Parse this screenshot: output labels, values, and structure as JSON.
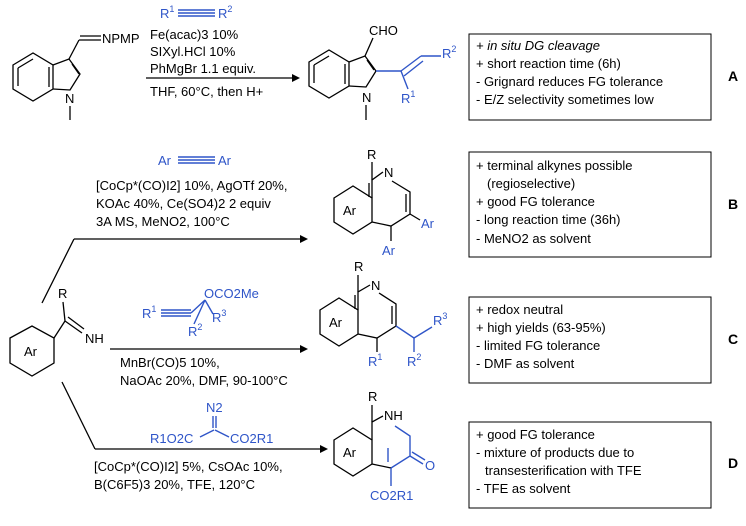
{
  "routes": [
    {
      "id": "A",
      "letter": "A",
      "substrate": {
        "imine_group": "NPMP"
      },
      "coupling_partner": {
        "sub1": "R",
        "sup1": "1",
        "sub2": "R",
        "sup2": "2"
      },
      "conditions": [
        "Fe(acac)3 10%",
        "SIXyl.HCl 10%",
        "PhMgBr 1.1 equiv.",
        "THF, 60°C, then H+"
      ],
      "product": {
        "aldehyde": "CHO",
        "r1": "R",
        "r1_sup": "1",
        "r2": "R",
        "r2_sup": "2",
        "n": "N"
      },
      "notes": [
        "+ in situ DG cleavage",
        "+ short reaction time (6h)",
        "- Grignard reduces FG tolerance",
        "- E/Z selectivity sometimes low"
      ]
    },
    {
      "id": "B",
      "letter": "B",
      "coupling_partner": {
        "left": "Ar",
        "right": "Ar"
      },
      "conditions": [
        "[CoCp*(CO)I2] 10%, AgOTf 20%,",
        "KOAc 40%, Ce(SO4)2 2 equiv",
        "3A MS, MeNO2, 100°C"
      ],
      "product": {
        "r": "R",
        "n": "N",
        "ring": "Ar",
        "ar3": "Ar",
        "ar4": "Ar"
      },
      "notes": [
        "+ terminal alkynes possible",
        "(regioselective)",
        "+ good FG tolerance",
        "- long reaction time (36h)",
        "- MeNO2 as solvent"
      ]
    },
    {
      "id": "C",
      "letter": "C",
      "coupling_partner": {
        "r1": "R",
        "r1_sup": "1",
        "ester": "OCO2Me",
        "r3": "R",
        "r3_sup": "3",
        "r2": "R",
        "r2_sup": "2"
      },
      "conditions": [
        "MnBr(CO)5 10%,",
        "NaOAc 20%, DMF, 90-100°C"
      ],
      "product": {
        "r": "R",
        "n": "N",
        "ring": "Ar",
        "r1": "R",
        "r1_sup": "1",
        "r2": "R",
        "r2_sup": "2",
        "r3": "R",
        "r3_sup": "3"
      },
      "notes": [
        "+ redox neutral",
        "+ high yields (63-95%)",
        "- limited FG tolerance",
        "- DMF as solvent"
      ]
    },
    {
      "id": "D",
      "letter": "D",
      "coupling_partner": {
        "n2": "N2",
        "left": "R1O2C",
        "right": "CO2R1"
      },
      "conditions": [
        "[CoCp*(CO)I2] 5%, CsOAc 10%,",
        "B(C6F5)3 20%, TFE, 120°C"
      ],
      "product": {
        "r": "R",
        "nh": "NH",
        "ring": "Ar",
        "o": "O",
        "ester": "CO2R1"
      },
      "notes": [
        "+ good FG tolerance",
        "- mixture of products due to",
        "transesterification with TFE",
        "- TFE as solvent"
      ]
    }
  ],
  "common_substrate": {
    "r": "R",
    "nh": "NH",
    "ring": "Ar"
  }
}
